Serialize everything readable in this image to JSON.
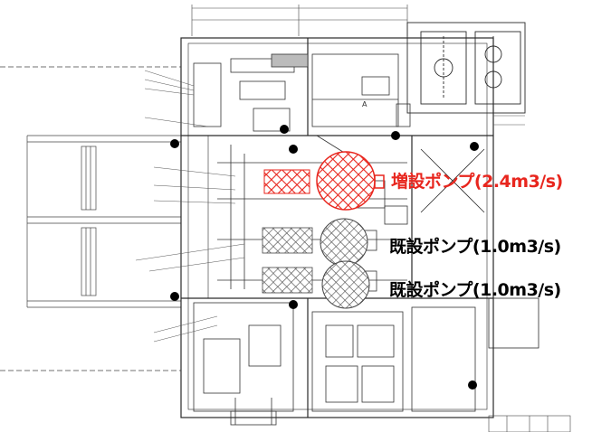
{
  "callouts": {
    "new_pump": {
      "text": "増設ポンプ(2.4m3/s)",
      "color": "#e8261e"
    },
    "existing_pump_1": {
      "text": "既設ポンプ(1.0m3/s)",
      "color": "#000000"
    },
    "existing_pump_2": {
      "text": "既設ポンプ(1.0m3/s)",
      "color": "#000000"
    }
  },
  "colors": {
    "line": "#2a2a2a",
    "hatch_new": "#e8261e",
    "hatch_existing": "#555555",
    "marker": "#000000"
  },
  "labels": {
    "room_a": "A"
  }
}
